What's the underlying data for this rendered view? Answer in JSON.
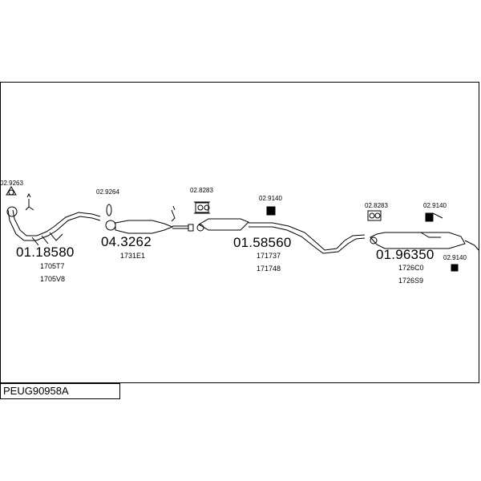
{
  "diagram": {
    "title_code": "PEUG90958A",
    "sections": [
      {
        "main_number": "01.18580",
        "ref_numbers": [
          "1705T7",
          "1705V8"
        ]
      },
      {
        "main_number": "04.3262",
        "ref_numbers": [
          "1731E1"
        ]
      },
      {
        "main_number": "01.58560",
        "ref_numbers": [
          "171737",
          "171748"
        ]
      },
      {
        "main_number": "01.96350",
        "ref_numbers": [
          "1726C0",
          "1726S9"
        ]
      }
    ],
    "accessory_labels": [
      "02.9263",
      "02.9264",
      "02.8283",
      "02.9140",
      "02.8283",
      "02.9140",
      "02.9140"
    ]
  }
}
